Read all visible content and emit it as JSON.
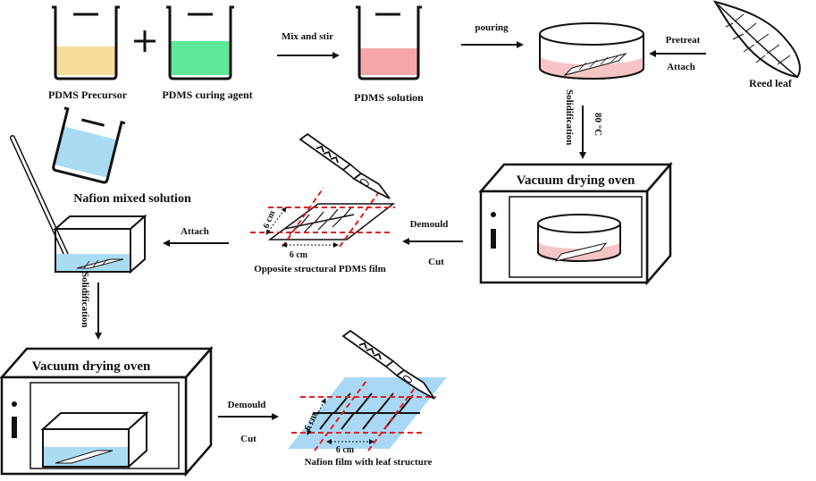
{
  "labels": {
    "pdms_precursor": "PDMS Precursor",
    "pdms_curing_agent": "PDMS curing agent",
    "mix_and_stir": "Mix and stir",
    "pdms_solution": "PDMS solution",
    "pouring": "pouring",
    "pretreat": "Pretreat",
    "attach_leaf": "Attach",
    "reed_leaf": "Reed leaf",
    "temperature": "80 °C",
    "solidification_top": "Solidification",
    "vacuum_oven_top": "Vacuum drying oven",
    "demould_top": "Demould",
    "cut_top": "Cut",
    "opposite_film": "Opposite structural  PDMS film",
    "dim_vertical_top": "6 cm",
    "dim_horizontal_top": "6 cm",
    "attach_middle": "Attach",
    "nafion_mixed_solution": "Nafion mixed solution",
    "solidification_left": "Solidification",
    "vacuum_oven_bottom": "Vacuum drying oven",
    "demould_bottom": "Demould",
    "cut_bottom": "Cut",
    "dim_vertical_bottom": "6 cm",
    "dim_horizontal_bottom": "6 cm",
    "nafion_film": "Nafion film with leaf structure"
  },
  "colors": {
    "precursor_liquid": "#f7dc9a",
    "curing_liquid": "#5fe89a",
    "pdms_liquid": "#f4a8a8",
    "pdms_dish_fill": "#f6c4c4",
    "nafion_liquid": "#a9dcf2",
    "nafion_film": "#a8d8f5",
    "cut_line": "#e02020",
    "outline": "#111111"
  }
}
